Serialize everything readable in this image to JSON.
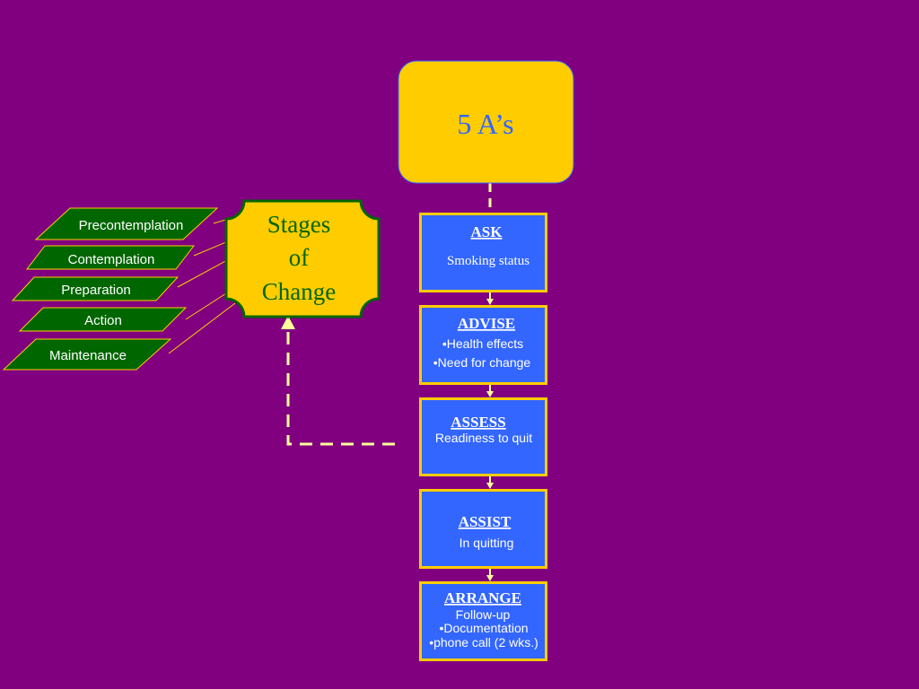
{
  "colors": {
    "background": "#800080",
    "yellow": "#FFCC00",
    "blue_box": "#3366FF",
    "green_box": "#006600",
    "title_text": "#3366FF",
    "connector": "#FFFF99",
    "dark_green_border": "#006600"
  },
  "five_as": {
    "title": "5 A’s",
    "steps": [
      {
        "heading": "ASK",
        "lines": [
          "Smoking status"
        ]
      },
      {
        "heading": "ADVISE",
        "lines": [
          "•Health effects",
          "•Need for change"
        ]
      },
      {
        "heading": "ASSESS",
        "lines": [
          "Readiness to quit"
        ]
      },
      {
        "heading": "ASSIST",
        "lines": [
          "In quitting"
        ]
      },
      {
        "heading": "ARRANGE",
        "lines": [
          "Follow-up",
          "•Documentation",
          "•phone call (2 wks.)"
        ]
      }
    ]
  },
  "stages_of_change": {
    "title_lines": [
      "Stages",
      "of",
      "Change"
    ],
    "stages": [
      "Precontemplation",
      "Contemplation",
      "Preparation",
      "Action",
      "Maintenance"
    ]
  }
}
